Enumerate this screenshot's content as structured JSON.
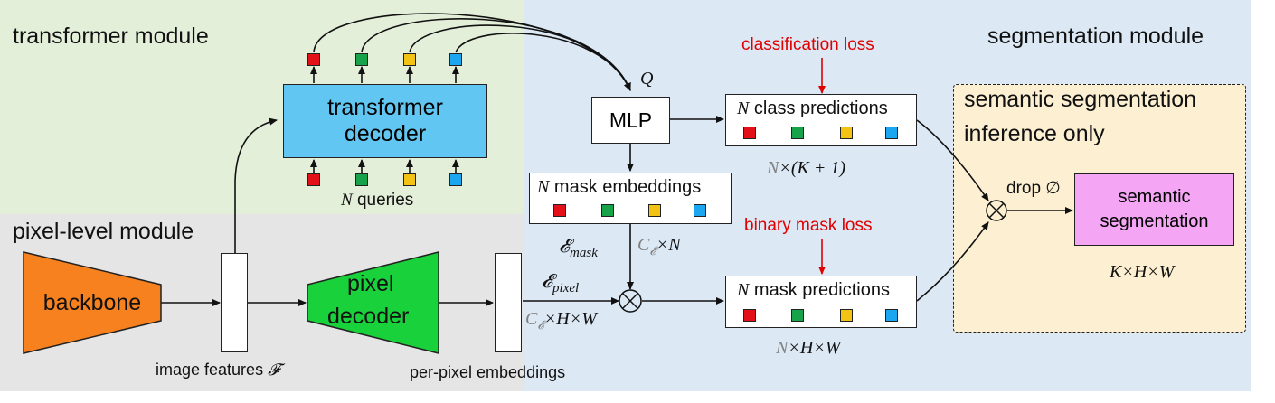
{
  "modules": {
    "transformer": "transformer module",
    "segmentation": "segmentation module",
    "pixel_level": "pixel-level module"
  },
  "blocks": {
    "backbone": "backbone",
    "pixel_decoder_line1": "pixel",
    "pixel_decoder_line2": "decoder",
    "transformer_decoder_line1": "transformer",
    "transformer_decoder_line2": "decoder",
    "mlp": "MLP",
    "semantic_seg_line1": "semantic",
    "semantic_seg_line2": "segmentation",
    "inference_line1": "semantic segmentation",
    "inference_line2": "inference only"
  },
  "labels": {
    "image_features": "image features",
    "image_features_symbol": "𝓕",
    "per_pixel_embeddings": "per-pixel embeddings",
    "queries_n": "N",
    "queries": "queries",
    "q_symbol": "Q",
    "mask_embeddings_n": "N",
    "mask_embeddings": "mask embeddings",
    "class_predictions_n": "N",
    "class_predictions": "class predictions",
    "mask_predictions_n": "N",
    "mask_predictions": "mask predictions",
    "classification_loss": "classification loss",
    "binary_mask_loss": "binary mask loss",
    "e_mask": "𝓔",
    "e_mask_sub": "mask",
    "c_e_n_c": "C",
    "c_e_n_sub": "𝓔",
    "c_e_n_rest": "×N",
    "e_pixel": "𝓔",
    "e_pixel_sub": "pixel",
    "c_e_hw_c": "C",
    "c_e_hw_sub": "𝓔",
    "c_e_hw_rest": "×H×W",
    "class_dim_n": "N",
    "class_dim_rest": "×(K + 1)",
    "mask_dim_n": "N",
    "mask_dim_rest": "×H×W",
    "semantic_dim": "K×H×W",
    "drop": "drop ∅",
    "otimes": "⊗"
  },
  "colors": {
    "transformer_bg": "#e4efda",
    "segmentation_bg": "#dce8f4",
    "pixel_bg": "#e5e5e5",
    "inference_bg": "#fdf0d2",
    "backbone": "#f8811f",
    "pixel_decoder": "#19d13a",
    "transformer_decoder": "#62c6f2",
    "semantic_seg": "#f4a6f4",
    "query_colors": [
      "#e3101a",
      "#17a34a",
      "#f2c314",
      "#1ba7ef"
    ],
    "loss_text": "#e00000"
  }
}
